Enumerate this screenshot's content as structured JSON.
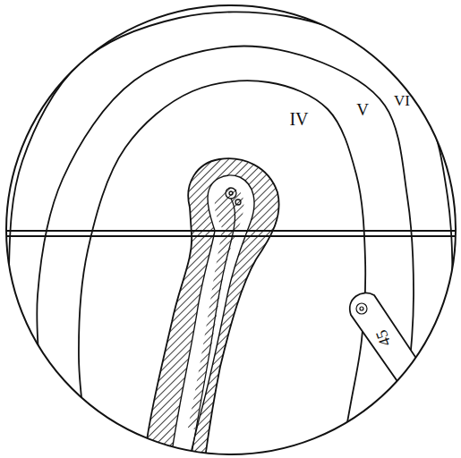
{
  "diagram": {
    "labels": [
      "IV",
      "V",
      "VI",
      "45"
    ]
  }
}
